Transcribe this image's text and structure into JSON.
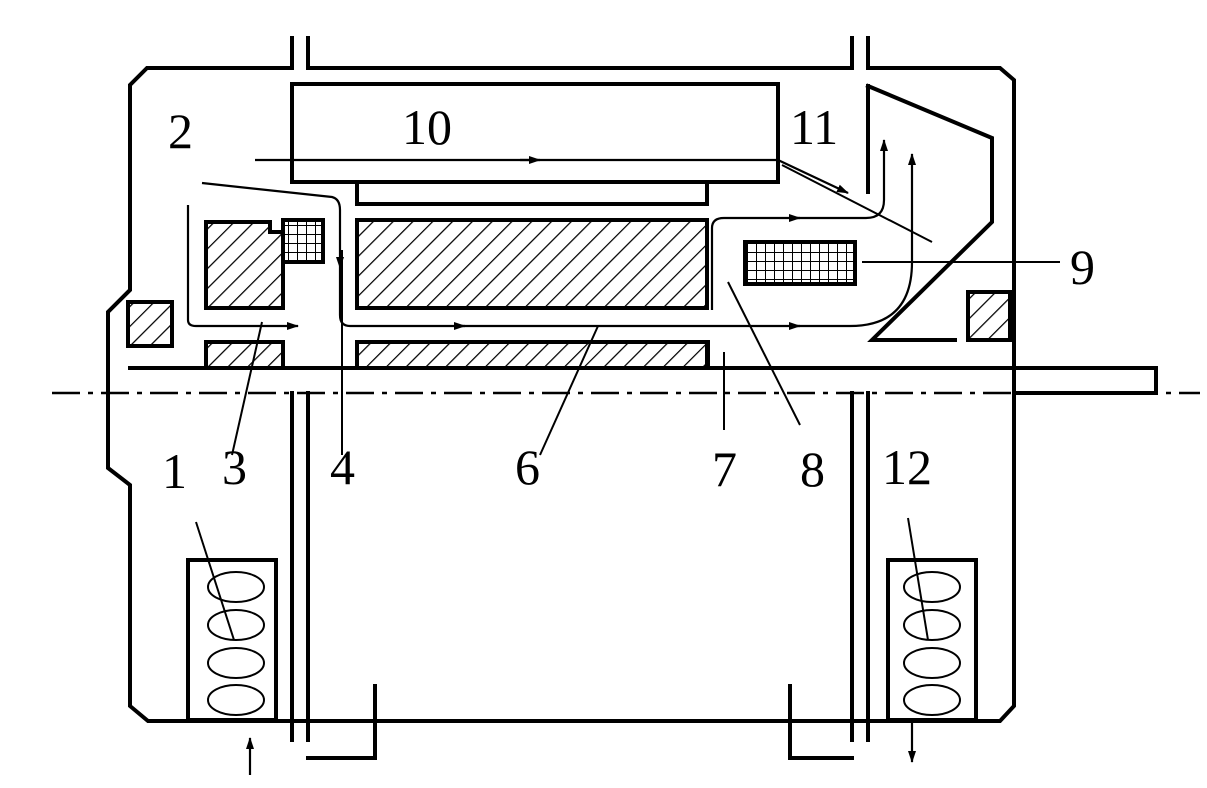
{
  "labels": {
    "l1": "1",
    "l2": "2",
    "l3": "3",
    "l4": "4",
    "l6": "6",
    "l7": "7",
    "l8": "8",
    "l9": "9",
    "l10": "10",
    "l11": "11",
    "l12": "12"
  },
  "colors": {
    "line": "#000000",
    "background": "#ffffff"
  }
}
